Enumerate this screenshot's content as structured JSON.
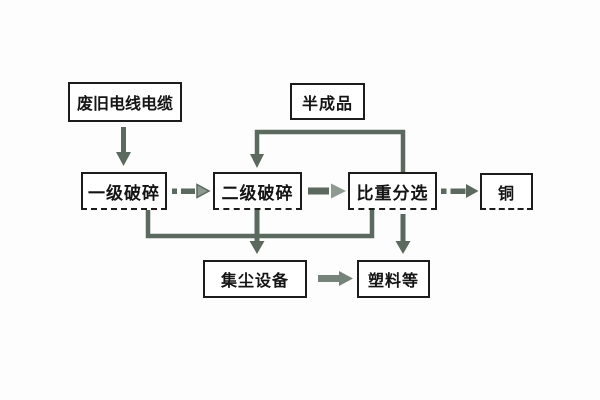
{
  "diagram": {
    "type": "process-flowchart",
    "nodes": {
      "waste_cable": {
        "label": "废旧电线电缆"
      },
      "semi_finished": {
        "label": "半成品"
      },
      "primary_crushing": {
        "label": "一级破碎"
      },
      "secondary_crushing": {
        "label": "二级破碎"
      },
      "gravity_separation": {
        "label": "比重分选"
      },
      "copper": {
        "label": "铜"
      },
      "dust_collection": {
        "label": "集尘设备"
      },
      "plastics": {
        "label": "塑料等"
      }
    },
    "edges": [
      {
        "from": "废旧电线电缆",
        "to": "一级破碎",
        "style": "solid-arrow",
        "direction": "down"
      },
      {
        "from": "一级破碎",
        "to": "二级破碎",
        "style": "dashed-arrow",
        "direction": "right"
      },
      {
        "from": "二级破碎",
        "to": "比重分选",
        "style": "solid-arrow",
        "direction": "right"
      },
      {
        "from": "比重分选",
        "to": "铜",
        "style": "dashed-arrow",
        "direction": "right"
      },
      {
        "from": "比重分选",
        "to": "二级破碎",
        "style": "solid-arrow",
        "direction": "up-left-down",
        "label": "半成品",
        "note": "feedback loop over top"
      },
      {
        "from": "一级破碎",
        "to": "集尘设备",
        "style": "solid-line",
        "direction": "down-to-bus"
      },
      {
        "from": "二级破碎",
        "to": "集尘设备",
        "style": "solid-arrow",
        "direction": "down"
      },
      {
        "from": "比重分选",
        "to": "集尘设备",
        "style": "solid-line",
        "direction": "down-to-bus"
      },
      {
        "from": "比重分选",
        "to": "塑料等",
        "style": "solid-arrow",
        "direction": "down"
      },
      {
        "from": "集尘设备",
        "to": "塑料等",
        "style": "solid-arrow",
        "direction": "right"
      }
    ],
    "colors": {
      "line": "#5b695e",
      "arrow_light": "#8d9991",
      "arrow_mid": "#76837b",
      "box_border": "#1c1c1c",
      "background": "#fdfdfd",
      "text": "#141414"
    }
  }
}
